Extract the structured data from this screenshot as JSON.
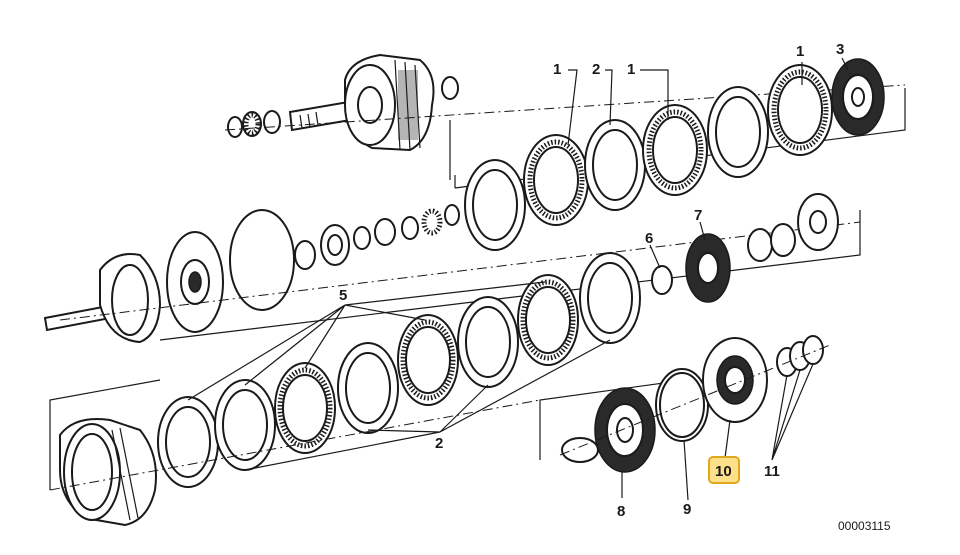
{
  "diagram": {
    "callouts": [
      {
        "id": "1a",
        "text": "1"
      },
      {
        "id": "1b",
        "text": "1"
      },
      {
        "id": "1c",
        "text": "1"
      },
      {
        "id": "2a",
        "text": "2"
      },
      {
        "id": "2b",
        "text": "2"
      },
      {
        "id": "3",
        "text": "3"
      },
      {
        "id": "5",
        "text": "5"
      },
      {
        "id": "6",
        "text": "6"
      },
      {
        "id": "7",
        "text": "7"
      },
      {
        "id": "8",
        "text": "8"
      },
      {
        "id": "9",
        "text": "9"
      },
      {
        "id": "10",
        "text": "10",
        "highlighted": true
      },
      {
        "id": "11",
        "text": "11"
      }
    ],
    "reference_number": "00003115",
    "highlight_color": "#ffe08a",
    "highlight_border": "#e0a81c",
    "line_color": "#1a1a1a"
  }
}
